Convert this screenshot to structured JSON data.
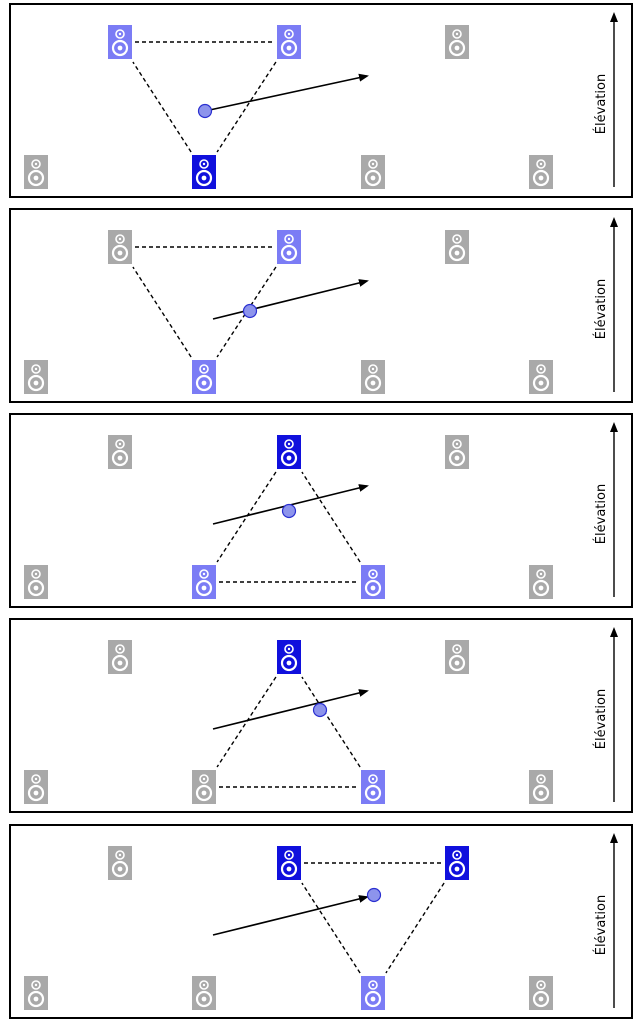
{
  "axis": {
    "label": "Élévation"
  },
  "colors": {
    "inactive": "#a9a9a9",
    "light": "#7b7cf5",
    "dark": "#1010dd",
    "source_fill": "#8d94ec",
    "source_stroke": "#2a2fd0",
    "line": "#000000"
  },
  "chart_data": {
    "type": "diagram",
    "speaker_grid": [
      [
        "top-1",
        "top-2",
        "top-3"
      ],
      [
        "bottom-1",
        "bottom-2",
        "bottom-3",
        "bottom-4"
      ]
    ],
    "panels": [
      {
        "speakers": {
          "top-1": "light",
          "top-2": "light",
          "top-3": "inactive",
          "bottom-1": "inactive",
          "bottom-2": "dark",
          "bottom-3": "inactive",
          "bottom-4": "inactive"
        },
        "triangle": [
          "top-1",
          "top-2",
          "bottom-2"
        ]
      },
      {
        "speakers": {
          "top-1": "inactive",
          "top-2": "light",
          "top-3": "inactive",
          "bottom-1": "inactive",
          "bottom-2": "light",
          "bottom-3": "inactive",
          "bottom-4": "inactive"
        },
        "triangle": [
          "top-1",
          "top-2",
          "bottom-2"
        ]
      },
      {
        "speakers": {
          "top-1": "inactive",
          "top-2": "dark",
          "top-3": "inactive",
          "bottom-1": "inactive",
          "bottom-2": "light",
          "bottom-3": "light",
          "bottom-4": "inactive"
        },
        "triangle": [
          "top-2",
          "bottom-2",
          "bottom-3"
        ]
      },
      {
        "speakers": {
          "top-1": "inactive",
          "top-2": "dark",
          "top-3": "inactive",
          "bottom-1": "inactive",
          "bottom-2": "inactive",
          "bottom-3": "light",
          "bottom-4": "inactive"
        },
        "triangle": [
          "top-2",
          "bottom-2",
          "bottom-3"
        ]
      },
      {
        "speakers": {
          "top-1": "inactive",
          "top-2": "dark",
          "top-3": "dark",
          "bottom-1": "inactive",
          "bottom-2": "inactive",
          "bottom-3": "light",
          "bottom-4": "inactive"
        },
        "triangle": [
          "top-2",
          "top-3",
          "bottom-3"
        ]
      }
    ]
  }
}
